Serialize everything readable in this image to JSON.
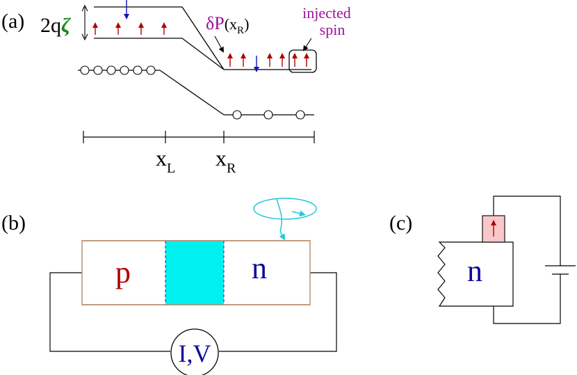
{
  "panel_a": {
    "label": "(a)",
    "split_label_prefix": "2q",
    "split_label_symbol": "ζ",
    "dp_label_symbol": "δP",
    "dp_label_arg": "(x",
    "dp_label_sub": "R",
    "dp_label_close": ")",
    "injected_line1": "injected",
    "injected_line2": "spin",
    "xl_main": "x",
    "xl_sub": "L",
    "xr_main": "x",
    "xr_sub": "R"
  },
  "panel_b": {
    "label": "(b)",
    "p_label": "p",
    "n_label": "n",
    "meter_label": "I,V"
  },
  "panel_c": {
    "label": "(c)",
    "n_label": "n"
  },
  "colors": {
    "red": "#b00000",
    "blue": "#1010c0",
    "dark_blue": "#0a0a99",
    "green": "#1a8a1a",
    "purple": "#9b119b",
    "cyan": "#00f0f0",
    "cyan_line": "#22c8d8",
    "brown": "#b48a6a",
    "pink": "#f8c8c8"
  }
}
